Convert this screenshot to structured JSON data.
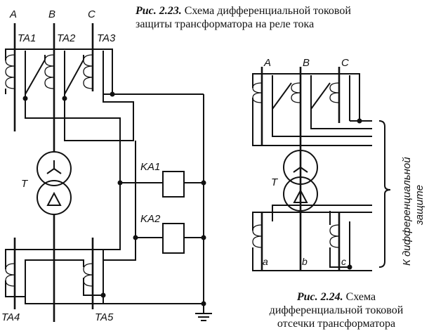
{
  "fig23": {
    "number": "Рис. 2.23.",
    "caption_line1": "Схема дифференциальной токовой",
    "caption_line2": "защиты трансформатора на реле тока",
    "phases": [
      "A",
      "B",
      "C"
    ],
    "top_ct": [
      "TA1",
      "TA2",
      "TA3"
    ],
    "bottom_ct": [
      "TA4",
      "TA5"
    ],
    "transformer": "T",
    "relays": [
      "KA1",
      "KA2"
    ]
  },
  "fig24": {
    "number": "Рис. 2.24.",
    "caption_line1": "Схема",
    "caption_line2": "дифференциальной токовой",
    "caption_line3": "отсечки трансформатора",
    "phases": [
      "A",
      "B",
      "C"
    ],
    "transformer": "T",
    "bottom_labels": [
      "a",
      "b",
      "c"
    ],
    "brace_label_line1": "К дифференциальной",
    "brace_label_line2": "защите"
  }
}
